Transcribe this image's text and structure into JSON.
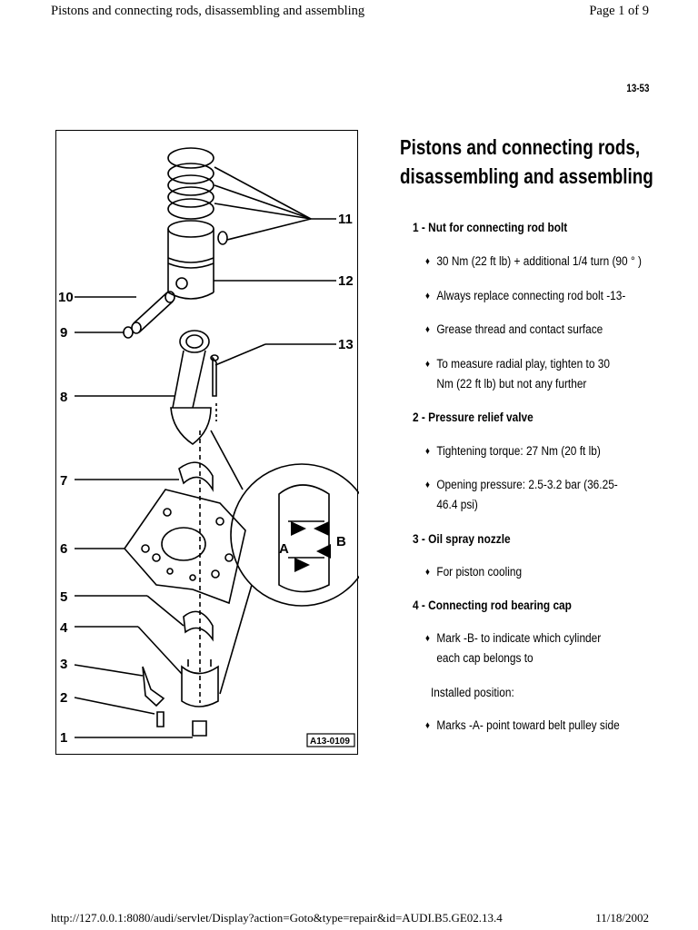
{
  "header": {
    "title": "Pistons and connecting rods, disassembling and assembling",
    "page": "Page 1 of 9"
  },
  "doc_number": "13-53",
  "figure": {
    "callouts": [
      "1",
      "2",
      "3",
      "4",
      "5",
      "6",
      "7",
      "8",
      "9",
      "10",
      "11",
      "12",
      "13"
    ],
    "detail_labels": [
      "A",
      "B"
    ],
    "figure_id": "A13-0109"
  },
  "content": {
    "title_line1": "Pistons and connecting rods,",
    "title_line2": "disassembling and assembling",
    "items": [
      {
        "heading": "1 - Nut for connecting rod bolt",
        "bullets": [
          "30 Nm (22 ft lb) + additional 1/4 turn (90 ° )",
          "Always replace connecting rod bolt -13-",
          "Grease thread and contact surface",
          "To measure radial play, tighten to 30 Nm (22 ft lb) but not any further"
        ]
      },
      {
        "heading": "2 - Pressure relief valve",
        "bullets": [
          "Tightening torque: 27 Nm (20 ft lb)",
          "Opening pressure: 2.5-3.2 bar (36.25-46.4 psi)"
        ]
      },
      {
        "heading": "3 - Oil spray nozzle",
        "bullets": [
          "For piston cooling"
        ]
      },
      {
        "heading": "4 - Connecting rod bearing cap",
        "bullets": [
          "Mark -B- to indicate which cylinder each cap belongs to"
        ],
        "note": "Installed position:",
        "bullets_after": [
          "Marks -A- point toward belt pulley side"
        ]
      }
    ]
  },
  "footer": {
    "url": "http://127.0.0.1:8080/audi/servlet/Display?action=Goto&type=repair&id=AUDI.B5.GE02.13.4",
    "date": "11/18/2002"
  },
  "icons": {
    "bullet": "diamond-bullet-icon"
  }
}
